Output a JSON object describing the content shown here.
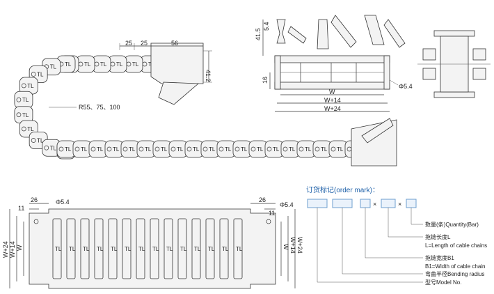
{
  "top_left": {
    "dim_pitch_1": "25",
    "dim_pitch_2": "25",
    "dim_end": "56",
    "dim_height": "41.2",
    "radius_label": "R55、75、100"
  },
  "top_right": {
    "dim_h1": "41.5",
    "dim_h2": "5.4",
    "dim_h3": "16",
    "dim_w": "W",
    "dim_w14": "W+14",
    "dim_w24": "W+24",
    "dim_hole": "Φ5.4"
  },
  "bottom_left": {
    "dim_left_26": "26",
    "dim_left_11": "11",
    "dim_left_hole": "Φ5.4",
    "dim_right_26": "26",
    "dim_right_11": "11",
    "dim_right_hole": "Φ5.4",
    "vert_w24_left": "W+24",
    "vert_w14_left": "W+14",
    "vert_w_left": "W",
    "vert_w_right": "W",
    "vert_w14_right": "W+14",
    "vert_w24_right": "W+24"
  },
  "order": {
    "title": "订货标记(order mark)：",
    "times_1": "×",
    "times_2": "×",
    "label_quantity": "数量(条)Quantity(Bar)",
    "label_length_cn": "拖链长度L",
    "label_length_en": "L=Length of cable chains",
    "label_width_cn": "拖链宽度B1",
    "label_width_en": "B1=Width of cable chain",
    "label_radius": "弯曲半径Bending radius",
    "label_model": "型号Model No."
  },
  "link_logo": "TL",
  "colors": {
    "order_box_fill": "#eaf2fb",
    "order_box_stroke": "#6e9fcf",
    "title": "#1c5fa8"
  }
}
